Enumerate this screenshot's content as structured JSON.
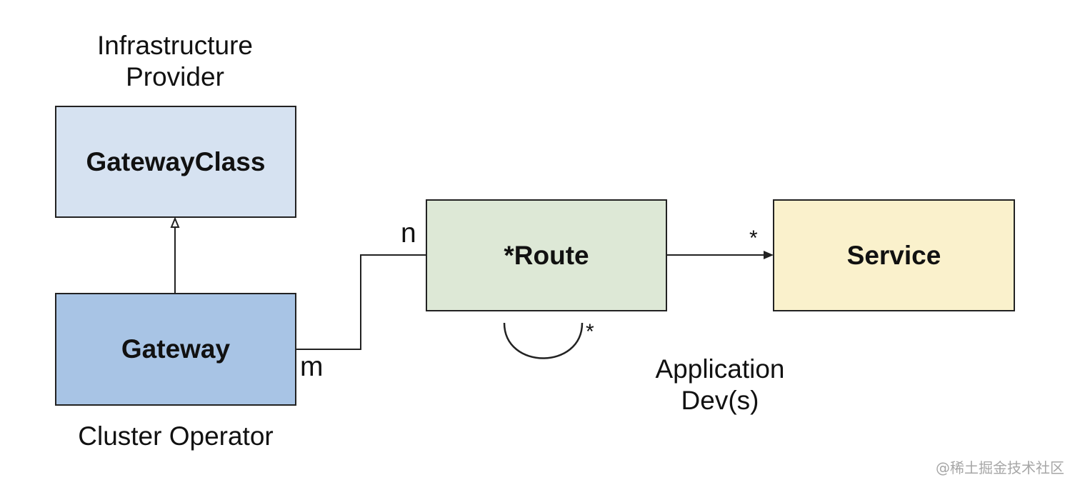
{
  "roles": {
    "infrastructure_provider": [
      "Infrastructure",
      "Provider"
    ],
    "cluster_operator": "Cluster Operator",
    "application_devs": [
      "Application",
      "Dev(s)"
    ]
  },
  "boxes": {
    "gatewayclass": {
      "label": "GatewayClass",
      "fill": "#d6e2f1"
    },
    "gateway": {
      "label": "Gateway",
      "fill": "#a8c4e5"
    },
    "route": {
      "label": "*Route",
      "fill": "#dde8d6"
    },
    "service": {
      "label": "Service",
      "fill": "#faf1cc"
    }
  },
  "multiplicities": {
    "gateway_end": "m",
    "route_end": "n",
    "service_end": "*",
    "route_self": "*"
  },
  "watermark": "@稀土掘金技术社区"
}
